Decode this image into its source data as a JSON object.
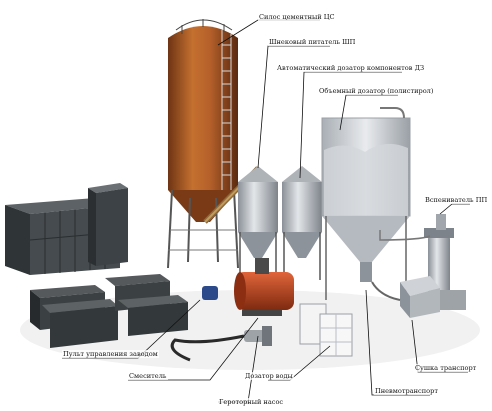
{
  "labels": {
    "silo": "Силос цементный ЦС",
    "screw_feeder": "Шнековый питатель ШП",
    "auto_doser": "Автоматический дозатор компонентов ДЗ",
    "volume_doser": "Объемный дозатор (полистирол)",
    "foamer": "Вспениватель ПП",
    "control_panel": "Пульт управления заводом",
    "mixer": "Смеситель",
    "water_doser": "Дозатор воды",
    "gerotor_pump": "Героторный насос",
    "pneumotransport": "Пневмотранспорт",
    "dryer_transport": "Сушка транспорт"
  },
  "colors": {
    "silo": "#b5602a",
    "silo_dark": "#6e3413",
    "steel": "#c9cdd2",
    "steel_dark": "#7d838a",
    "blocks": "#3f4447",
    "mixer": "#c0451f",
    "leader": "#111111"
  }
}
